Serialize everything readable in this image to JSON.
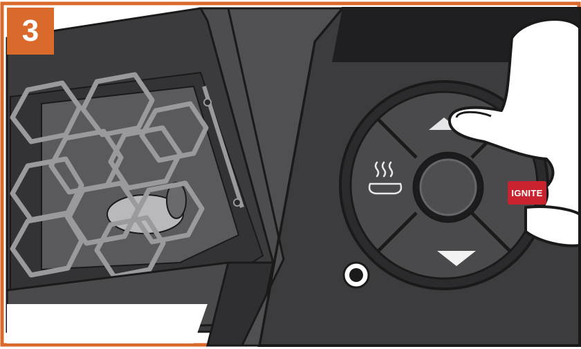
{
  "step": {
    "number": "3",
    "badge_color": "#d96a2c"
  },
  "controller": {
    "ignite_label": "IGNITE",
    "ignite_color": "#c8232e",
    "buttons": [
      {
        "name": "up-arrow-button",
        "icon": "triangle-up-icon"
      },
      {
        "name": "down-arrow-button",
        "icon": "triangle-down-icon"
      },
      {
        "name": "smoke-button",
        "icon": "heat-waves-icon"
      },
      {
        "name": "ignite-button",
        "icon": "ignite-label"
      },
      {
        "name": "center-dial",
        "icon": "round-knob"
      }
    ]
  },
  "colors": {
    "frame_orange": "#d96a2c",
    "panel_dark": "#3a3a3c",
    "panel_mid": "#4a4a4d",
    "outline": "#1a1a1a"
  }
}
